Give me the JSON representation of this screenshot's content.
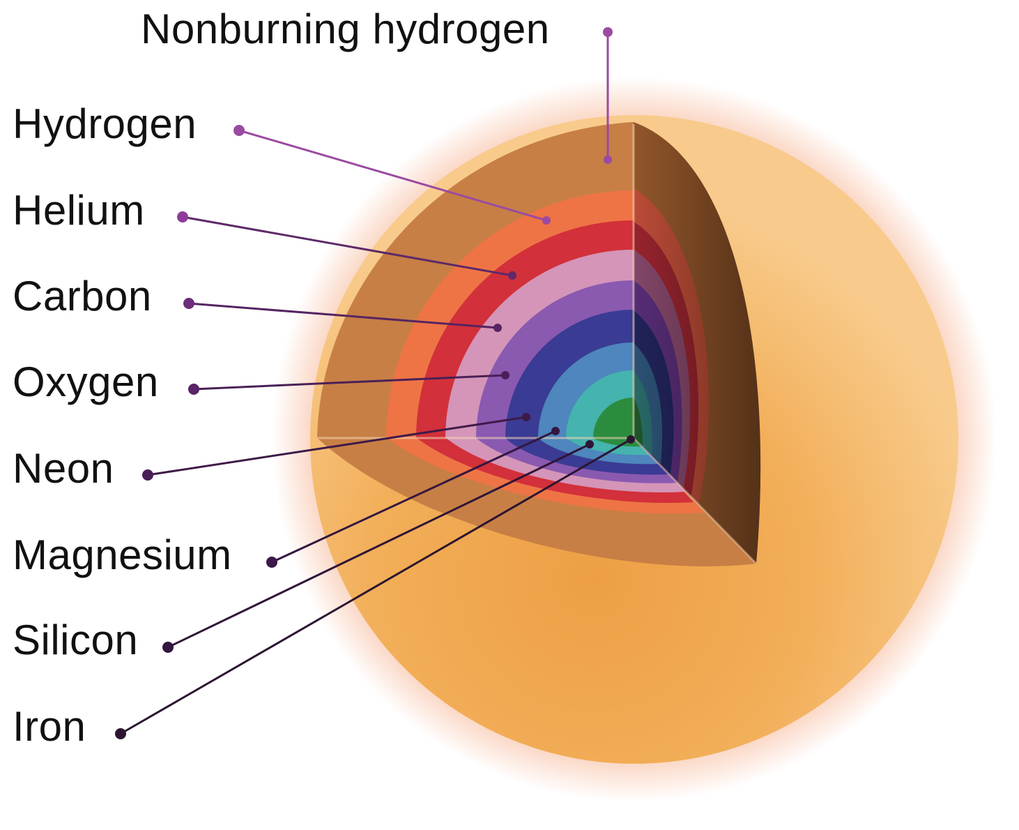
{
  "labels": {
    "nonburning_hydrogen": "Nonburning hydrogen",
    "hydrogen": "Hydrogen",
    "helium": "Helium",
    "carbon": "Carbon",
    "oxygen": "Oxygen",
    "neon": "Neon",
    "magnesium": "Magnesium",
    "silicon": "Silicon",
    "iron": "Iron"
  },
  "colors": {
    "outer_sphere": "#F3B36A",
    "nonburning_hydrogen_layer": "#C77F45",
    "hydrogen_layer": "#EE7445",
    "helium_layer": "#D2303A",
    "carbon_layer": "#D495B8",
    "oxygen_layer": "#8A59B0",
    "neon_layer": "#3A3B94",
    "magnesium_layer": "#4E86BD",
    "silicon_layer": "#45B3AE",
    "iron_core": "#2C8C3E",
    "leader_light": "#9B4AA2",
    "leader_dark": "#2B1530"
  }
}
